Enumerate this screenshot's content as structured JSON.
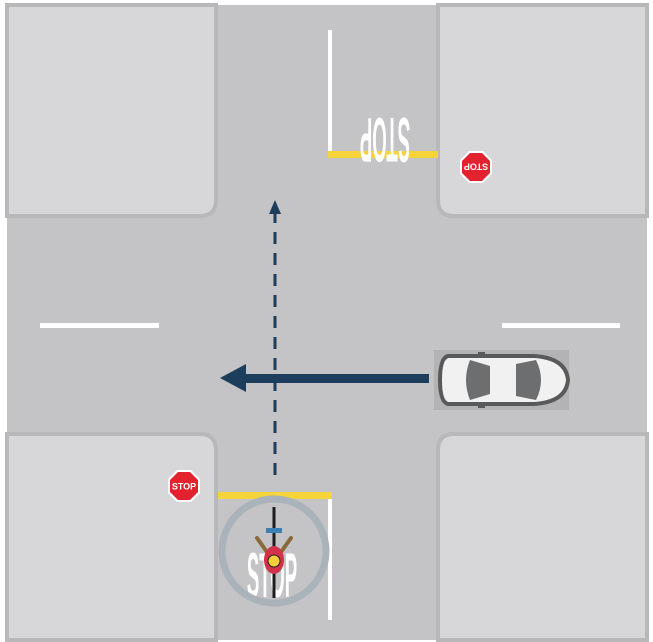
{
  "diagram": {
    "stop_sign_text": "STOP",
    "road_text_top": "STOP",
    "road_text_bottom": "STOP",
    "colors": {
      "road": "#c4c4c6",
      "corner": "#d7d7d9",
      "corner_edge": "#b8b8ba",
      "lane_marking": "#ffffff",
      "stop_line": "#f5d33a",
      "arrow": "#1d3d5c",
      "stop_sign": "#e2232f",
      "car_body": "#f1f1f1",
      "car_outline": "#58595b",
      "bike_circle": "#aab2ba"
    },
    "icons": [
      "stop-sign-icon",
      "car-icon",
      "cyclist-icon",
      "arrow-left-icon",
      "arrow-up-dashed-icon"
    ]
  }
}
